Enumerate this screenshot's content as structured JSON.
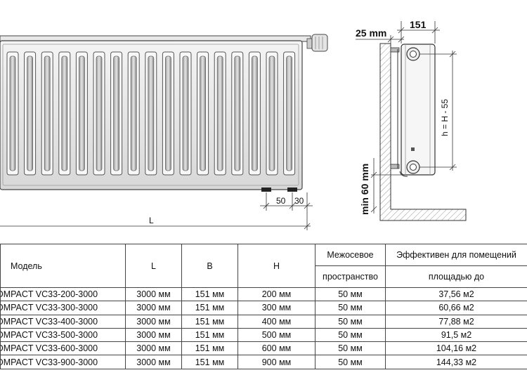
{
  "drawing": {
    "side_dims": {
      "depth": "151",
      "wall_gap": "25 mm",
      "floor_gap": "min 60 mm",
      "h_formula": "h = H - 55"
    },
    "front_dims": {
      "d50": "50",
      "d30": "30",
      "length": "L"
    }
  },
  "table": {
    "headers": {
      "model": "Модель",
      "L": "L",
      "B": "B",
      "H": "H",
      "spacing_1": "Межосевое",
      "spacing_2": "пространство",
      "area_1": "Эффективен для помещений",
      "area_2": "площадью до"
    },
    "rows": [
      {
        "model": "OMPACT VC33-200-3000",
        "L": "3000 мм",
        "B": "151 мм",
        "H": "200 мм",
        "spacing": "50 мм",
        "area": "37,56 м2"
      },
      {
        "model": "OMPACT VC33-300-3000",
        "L": "3000 мм",
        "B": "151 мм",
        "H": "300 мм",
        "spacing": "50 мм",
        "area": "60,66 м2"
      },
      {
        "model": "OMPACT VC33-400-3000",
        "L": "3000 мм",
        "B": "151 мм",
        "H": "400 мм",
        "spacing": "50 мм",
        "area": "77,88 м2"
      },
      {
        "model": "OMPACT VC33-500-3000",
        "L": "3000 мм",
        "B": "151 мм",
        "H": "500 мм",
        "spacing": "50 мм",
        "area": "91,5 м2"
      },
      {
        "model": "OMPACT VC33-600-3000",
        "L": "3000 мм",
        "B": "151 мм",
        "H": "600 мм",
        "spacing": "50 мм",
        "area": "104,16 м2"
      },
      {
        "model": "OMPACT VC33-900-3000",
        "L": "3000 мм",
        "B": "151 мм",
        "H": "900 мм",
        "spacing": "50 мм",
        "area": "144,33 м2"
      }
    ]
  }
}
